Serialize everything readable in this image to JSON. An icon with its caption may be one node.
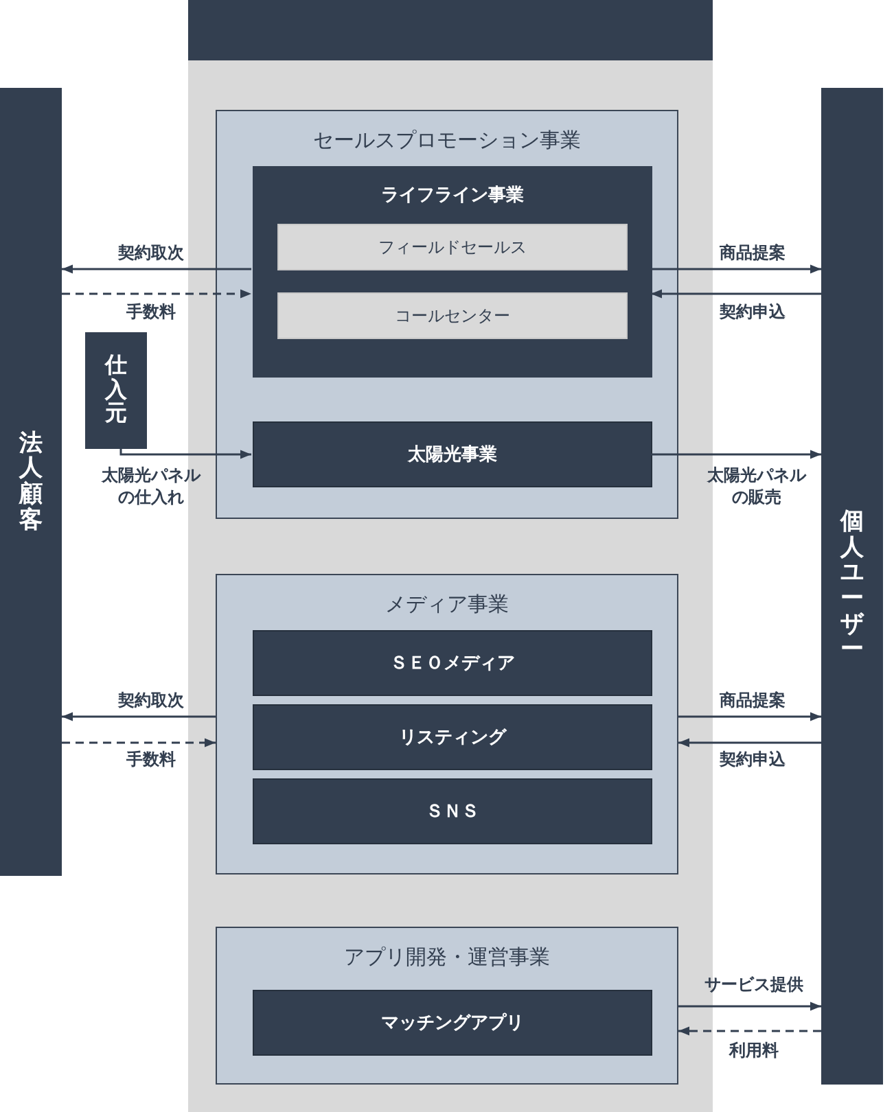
{
  "diagram": {
    "nodes": [
      {
        "text": [],
        "shape": "box"
      },
      {
        "text": [
          "法人顧客"
        ]
      },
      {
        "text": [
          "セールスプロモーション事業"
        ],
        "in": 0
      },
      {
        "text": [
          "ライフライン事業"
        ],
        "in": 2
      },
      {
        "text": [
          "フィールドセールス"
        ],
        "in": 3
      },
      {
        "text": [
          "コールセンター"
        ],
        "in": 3
      },
      {
        "text": [
          "仕入元"
        ]
      },
      {
        "text": [
          "太陽光事業"
        ],
        "in": 2
      },
      {
        "text": [
          "メディア事業"
        ],
        "in": 0
      },
      {
        "text": [
          "ＳＥＯメディア"
        ],
        "in": 8
      },
      {
        "text": [
          "リスティング"
        ],
        "in": 8
      },
      {
        "text": [
          "ＳＮＳ"
        ],
        "in": 8
      },
      {
        "text": [
          "アプリ開発・運営事業"
        ],
        "in": 0
      },
      {
        "text": [
          "マッチングアプリ"
        ],
        "in": 12
      },
      {
        "text": [
          "個人ユーザー"
        ]
      }
    ],
    "edges": [
      {
        "from": 3,
        "to": 1,
        "arrow": "to",
        "label": "契約取次"
      },
      {
        "from": 1,
        "to": 3,
        "arrow": "to",
        "label": "手数料",
        "style": "dashed"
      },
      {
        "from": 3,
        "to": 14,
        "arrow": "to",
        "label": "商品提案"
      },
      {
        "from": 14,
        "to": 3,
        "arrow": "to",
        "label": "契約申込"
      },
      {
        "from": 6,
        "to": 7,
        "arrow": "to",
        "label": "太陽光パネルの仕入れ"
      },
      {
        "from": 7,
        "to": 14,
        "arrow": "to",
        "label": "太陽光パネルの販売"
      },
      {
        "from": 8,
        "to": 1,
        "arrow": "to",
        "label": "契約取次"
      },
      {
        "from": 1,
        "to": 8,
        "arrow": "to",
        "label": "手数料",
        "style": "dashed"
      },
      {
        "from": 8,
        "to": 14,
        "arrow": "to",
        "label": "商品提案"
      },
      {
        "from": 14,
        "to": 8,
        "arrow": "to",
        "label": "契約申込"
      },
      {
        "from": 12,
        "to": 14,
        "arrow": "to",
        "label": "サービス提供"
      },
      {
        "from": 14,
        "to": 12,
        "arrow": "to",
        "label": "利用料",
        "style": "dashed"
      }
    ]
  }
}
